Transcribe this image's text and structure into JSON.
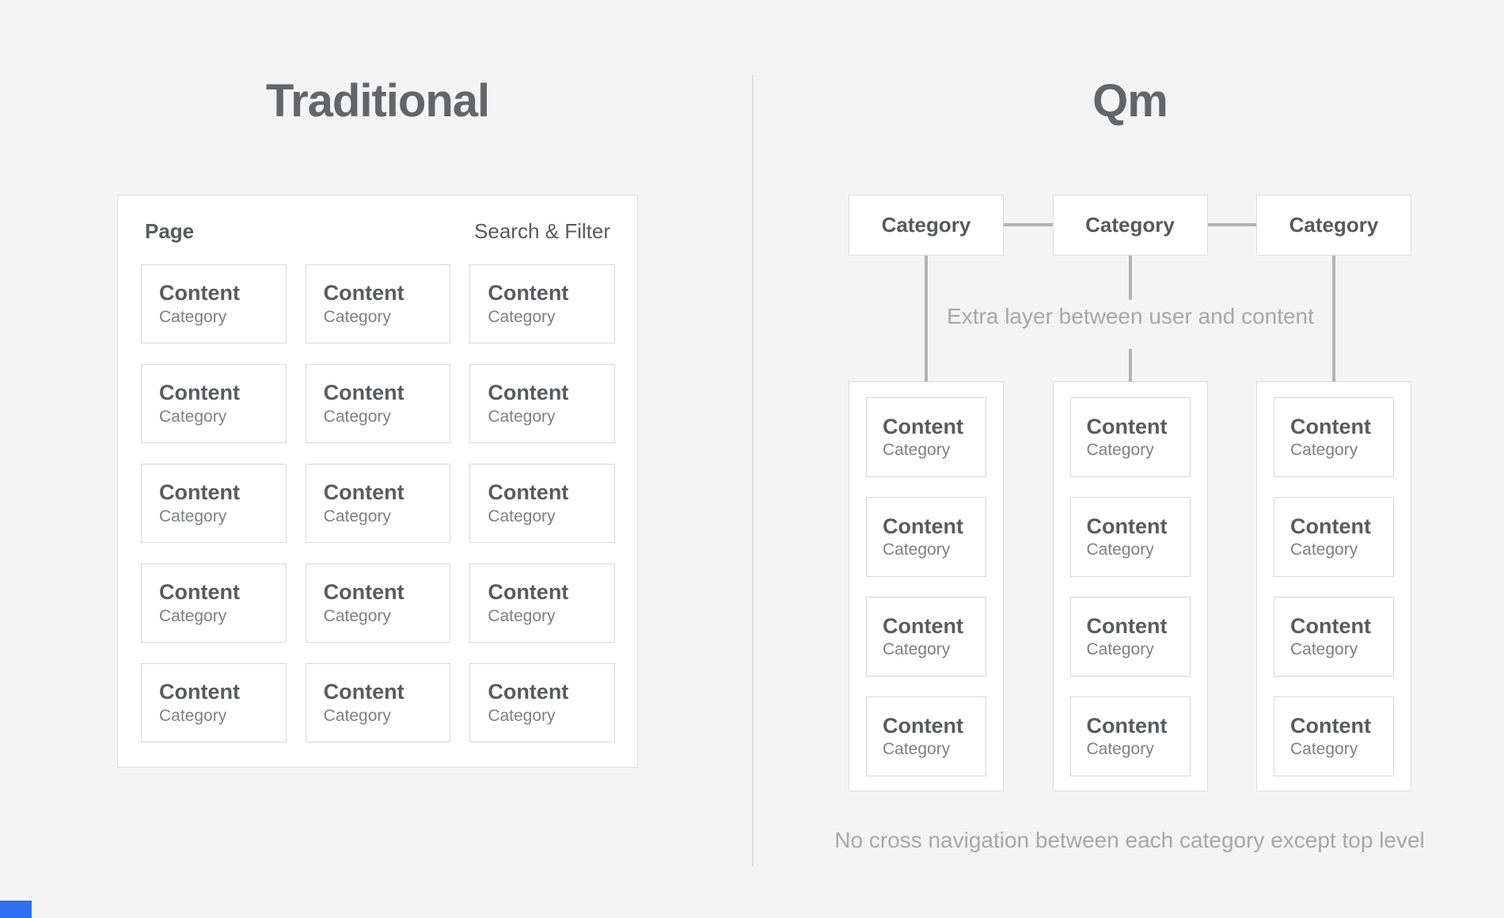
{
  "left": {
    "title": "Traditional",
    "panel": {
      "header_label": "Page",
      "header_right": "Search & Filter",
      "grid": {
        "rows": 5,
        "cols": 3,
        "card_count": 15
      },
      "card": {
        "title": "Content",
        "subtitle": "Category"
      }
    }
  },
  "right": {
    "title": "Qm",
    "category_boxes": [
      "Category",
      "Category",
      "Category"
    ],
    "annotation_top": "Extra layer between user and content",
    "annotation_bottom": "No cross navigation between each category except top level",
    "columns": {
      "count": 3,
      "cards_per_column": 4
    },
    "card": {
      "title": "Content",
      "subtitle": "Category"
    }
  },
  "colors": {
    "background": "#f4f4f4",
    "panel_background": "#ffffff",
    "panel_border": "#dddddd",
    "card_border": "#d9d9d9",
    "title_text": "#646567",
    "card_title_text": "#5a5b5d",
    "card_subtitle_text": "#7f8082",
    "muted_annotation": "#a8a8a8",
    "connector_line": "#b3b3b3",
    "divider_line": "#dcdcdc",
    "blue_accent": "#2e6ef0"
  }
}
